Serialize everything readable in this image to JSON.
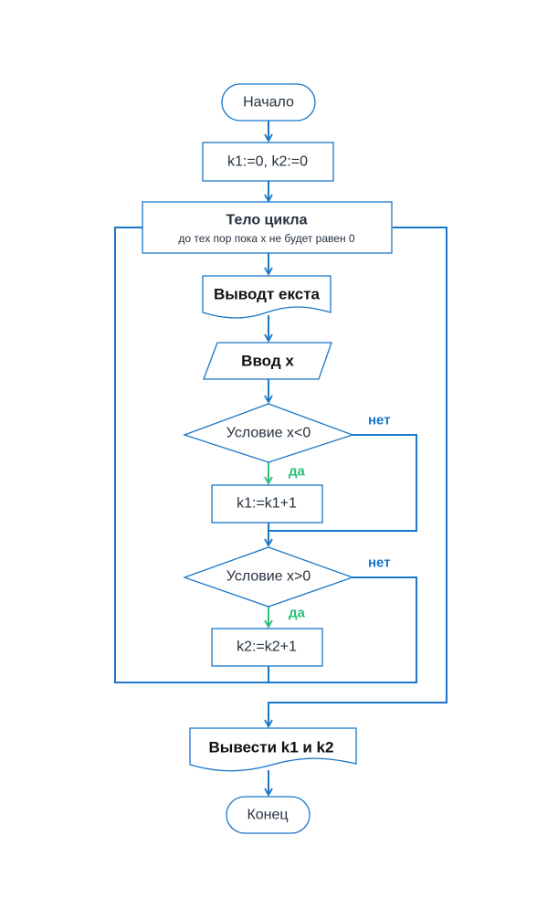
{
  "colors": {
    "stroke": "#1976c8",
    "connector": "#1a77c9",
    "yes_branch": "#2bbf7a",
    "no_label": "#1a77c9",
    "text": "#26323f"
  },
  "nodes": {
    "start": {
      "label": "Начало",
      "shape": "terminator"
    },
    "init": {
      "label": "k1:=0, k2:=0",
      "shape": "process"
    },
    "loop": {
      "label": "Тело цикла",
      "sublabel": "до тех пор пока x не будет равен 0",
      "shape": "loop"
    },
    "output_text": {
      "label": "Выводт екста",
      "shape": "document"
    },
    "input_x": {
      "label": "Ввод x",
      "shape": "data"
    },
    "cond_neg": {
      "label": "Условие x<0",
      "shape": "decision"
    },
    "inc_k1": {
      "label": "k1:=k1+1",
      "shape": "process"
    },
    "cond_pos": {
      "label": "Условие x>0",
      "shape": "decision"
    },
    "inc_k2": {
      "label": "k2:=k2+1",
      "shape": "process"
    },
    "output_result": {
      "label": "Вывести k1 и k2",
      "shape": "document"
    },
    "end": {
      "label": "Конец",
      "shape": "terminator"
    }
  },
  "branch_labels": {
    "cond_neg_yes": "да",
    "cond_neg_no": "нет",
    "cond_pos_yes": "да",
    "cond_pos_no": "нет"
  }
}
